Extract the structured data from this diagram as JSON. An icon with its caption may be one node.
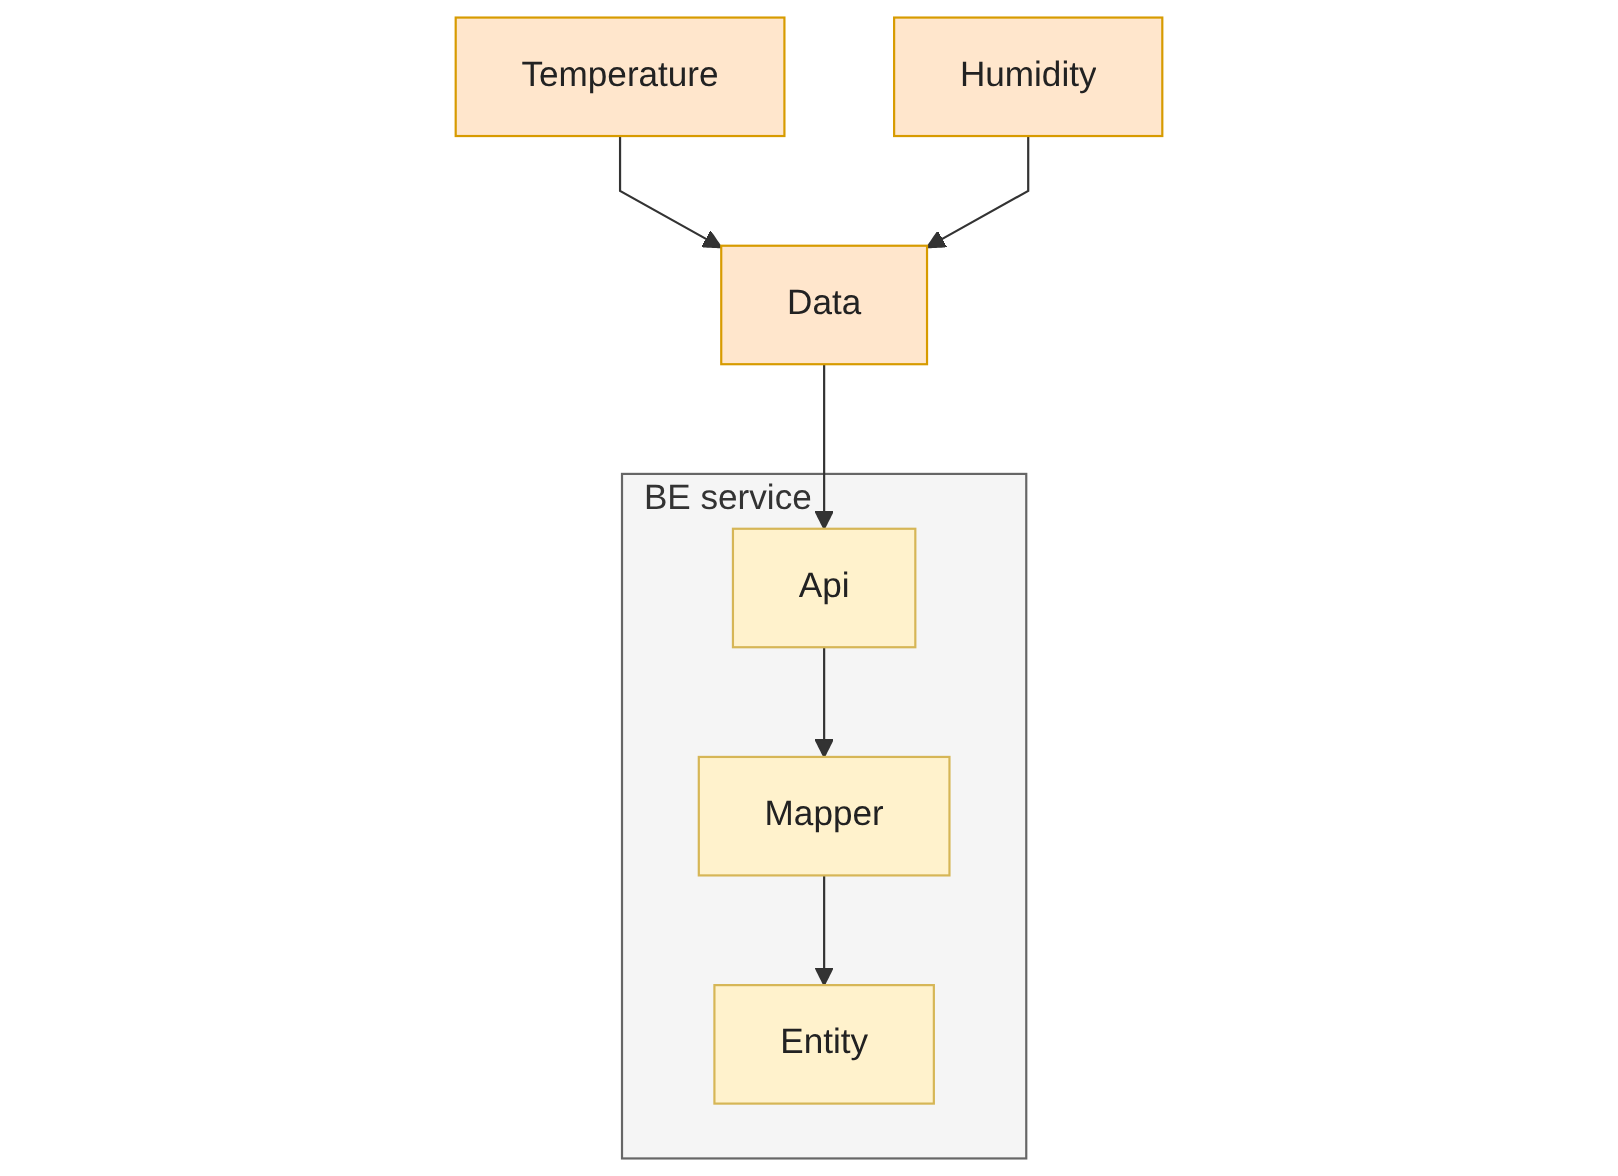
{
  "diagram": {
    "nodes": [
      {
        "text": [
          "Temperature"
        ]
      },
      {
        "text": [
          "Humidity"
        ]
      },
      {
        "text": [
          "Data"
        ]
      },
      {
        "text": [
          "BE service"
        ]
      },
      {
        "text": [
          "Api"
        ],
        "in": 3
      },
      {
        "text": [
          "Mapper"
        ],
        "in": 3
      },
      {
        "text": [
          "Entity"
        ],
        "in": 3
      }
    ],
    "edges": [
      {
        "from": 0,
        "to": 2,
        "arrow": "to"
      },
      {
        "from": 1,
        "to": 2,
        "arrow": "to"
      },
      {
        "from": 2,
        "to": 4,
        "arrow": "to"
      },
      {
        "from": 4,
        "to": 5,
        "arrow": "to"
      },
      {
        "from": 5,
        "to": 6,
        "arrow": "to"
      }
    ]
  }
}
